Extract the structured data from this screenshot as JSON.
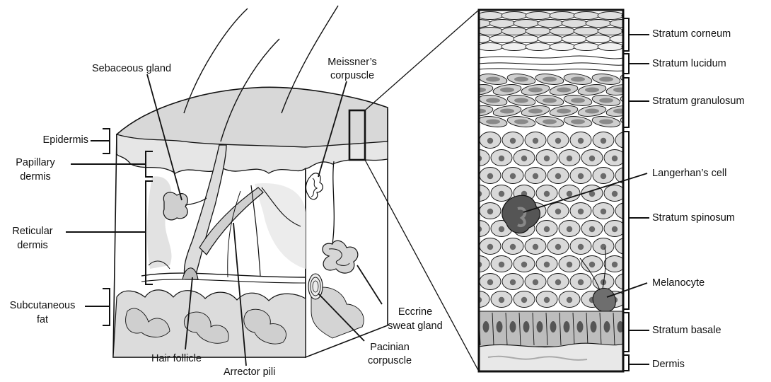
{
  "left_labels": {
    "epidermis": "Epidermis",
    "papillary_dermis_1": "Papillary",
    "papillary_dermis_2": "dermis",
    "reticular_dermis_1": "Reticular",
    "reticular_dermis_2": "dermis",
    "subcutaneous_fat_1": "Subcutaneous",
    "subcutaneous_fat_2": "fat"
  },
  "structure_labels": {
    "sebaceous_gland": "Sebaceous gland",
    "meissners_corpuscle_1": "Meissner’s",
    "meissners_corpuscle_2": "corpuscle",
    "hair_follicle": "Hair follicle",
    "arrector_pili": "Arrector pili",
    "pacinian_corpuscle_1": "Pacinian",
    "pacinian_corpuscle_2": "corpuscle",
    "eccrine_sweat_gland_1": "Eccrine",
    "eccrine_sweat_gland_2": "sweat gland"
  },
  "layer_labels": {
    "stratum_corneum": "Stratum corneum",
    "stratum_lucidum": "Stratum lucidum",
    "stratum_granulosum": "Stratum granulosum",
    "langerhans_cell": "Langerhan’s cell",
    "stratum_spinosum": "Stratum spinosum",
    "melanocyte": "Melanocyte",
    "stratum_basale": "Stratum basale",
    "dermis": "Dermis"
  },
  "colors": {
    "ink": "#111111",
    "skin_fill": "#e4e4e4",
    "tissue_fill": "#cfcfcf",
    "cell_fill": "#d9d9d9",
    "nucleus": "#6a6a6a",
    "granular_cell": "#8a8a8a",
    "dark_cell": "#555555"
  }
}
